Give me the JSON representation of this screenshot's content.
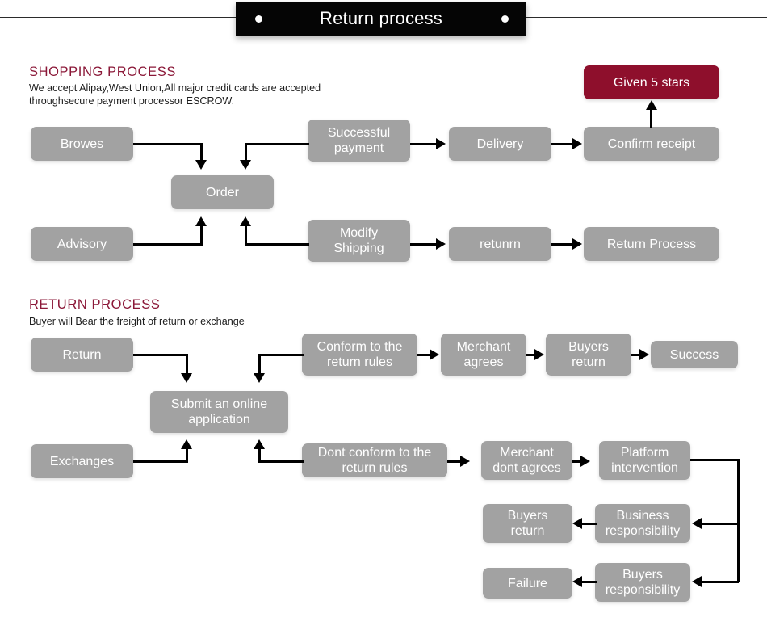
{
  "header": {
    "title": "Return process",
    "dot_left": "bullet-dot",
    "dot_right": "bullet-dot"
  },
  "sections": [
    {
      "id": "shopping",
      "title": "SHOPPING PROCESS",
      "subtitle": "We accept Alipay,West Union,All major credit cards are accepted\nthroughsecure payment processor ESCROW."
    },
    {
      "id": "return",
      "title": "RETURN PROCESS",
      "subtitle": "Buyer will Bear the freight of return or exchange"
    }
  ],
  "colors": {
    "box_gray": "#a2a2a2",
    "box_accent": "#8E0F2C",
    "heading": "#8B1838",
    "banner_bg": "#050505",
    "connector": "#000000",
    "box_text": "#ffffff"
  },
  "shopping_nodes": {
    "browes": "Browes",
    "order": "Order",
    "successful_payment": "Successful\npayment",
    "delivery": "Delivery",
    "confirm_receipt": "Confirm receipt",
    "given_5_stars": "Given 5 stars",
    "advisory": "Advisory",
    "modify_shipping": "Modify\nShipping",
    "retunrn": "retunrn",
    "return_process": "Return Process"
  },
  "return_nodes": {
    "return": "Return",
    "submit_online_application": "Submit an online\napplication",
    "conform_rules": "Conform to the\nreturn rules",
    "merchant_agrees": "Merchant\nagrees",
    "buyers_return_top": "Buyers\nreturn",
    "success": "Success",
    "exchanges": "Exchanges",
    "dont_conform_rules": "Dont conform to the\nreturn rules",
    "merchant_dont_agrees": "Merchant\ndont agrees",
    "platform_intervention": "Platform\nintervention",
    "business_responsibility": "Business\nresponsibility",
    "buyers_return_mid": "Buyers\nreturn",
    "buyers_responsibility": "Buyers\nresponsibility",
    "failure": "Failure"
  }
}
